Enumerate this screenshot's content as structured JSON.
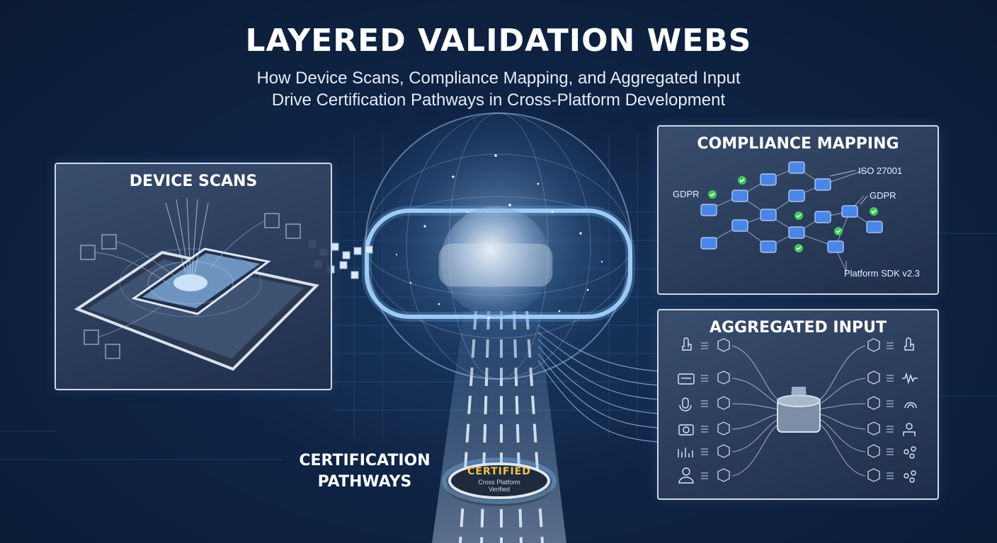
{
  "header": {
    "title": "LAYERED VALIDATION WEBS",
    "subtitle_line1": "How Device Scans, Compliance Mapping, and Aggregated Input",
    "subtitle_line2": "Drive Certification Pathways in Cross-Platform Development"
  },
  "panels": {
    "device_scans": {
      "title": "DEVICE SCANS"
    },
    "compliance_mapping": {
      "title": "COMPLIANCE MAPPING",
      "tags": [
        "ISO 27001",
        "GDPR",
        "GDPR",
        "Platform SDK v2.3"
      ]
    },
    "aggregated_input": {
      "title": "AGGREGATED INPUT",
      "left_icons": [
        "touch-icon",
        "keyboard-icon",
        "microphone-icon",
        "camera-icon",
        "chart-icon",
        "user-icon"
      ],
      "right_icons": [
        "touch-icon",
        "waveform-icon",
        "fingerprint-icon",
        "user-icon",
        "molecule-icon",
        "molecule-icon"
      ]
    }
  },
  "certification": {
    "label_line1": "CERTIFICATION",
    "label_line2": "PATHWAYS",
    "badge_title": "CERTIFIED",
    "badge_line1": "Cross Platform",
    "badge_line2": "Verified"
  },
  "colors": {
    "background": "#0f2445",
    "accent_glow": "#7fc4ff",
    "badge_gold": "#f5c24a",
    "check_green": "#3cc85a",
    "node_blue": "#3e7be0"
  }
}
